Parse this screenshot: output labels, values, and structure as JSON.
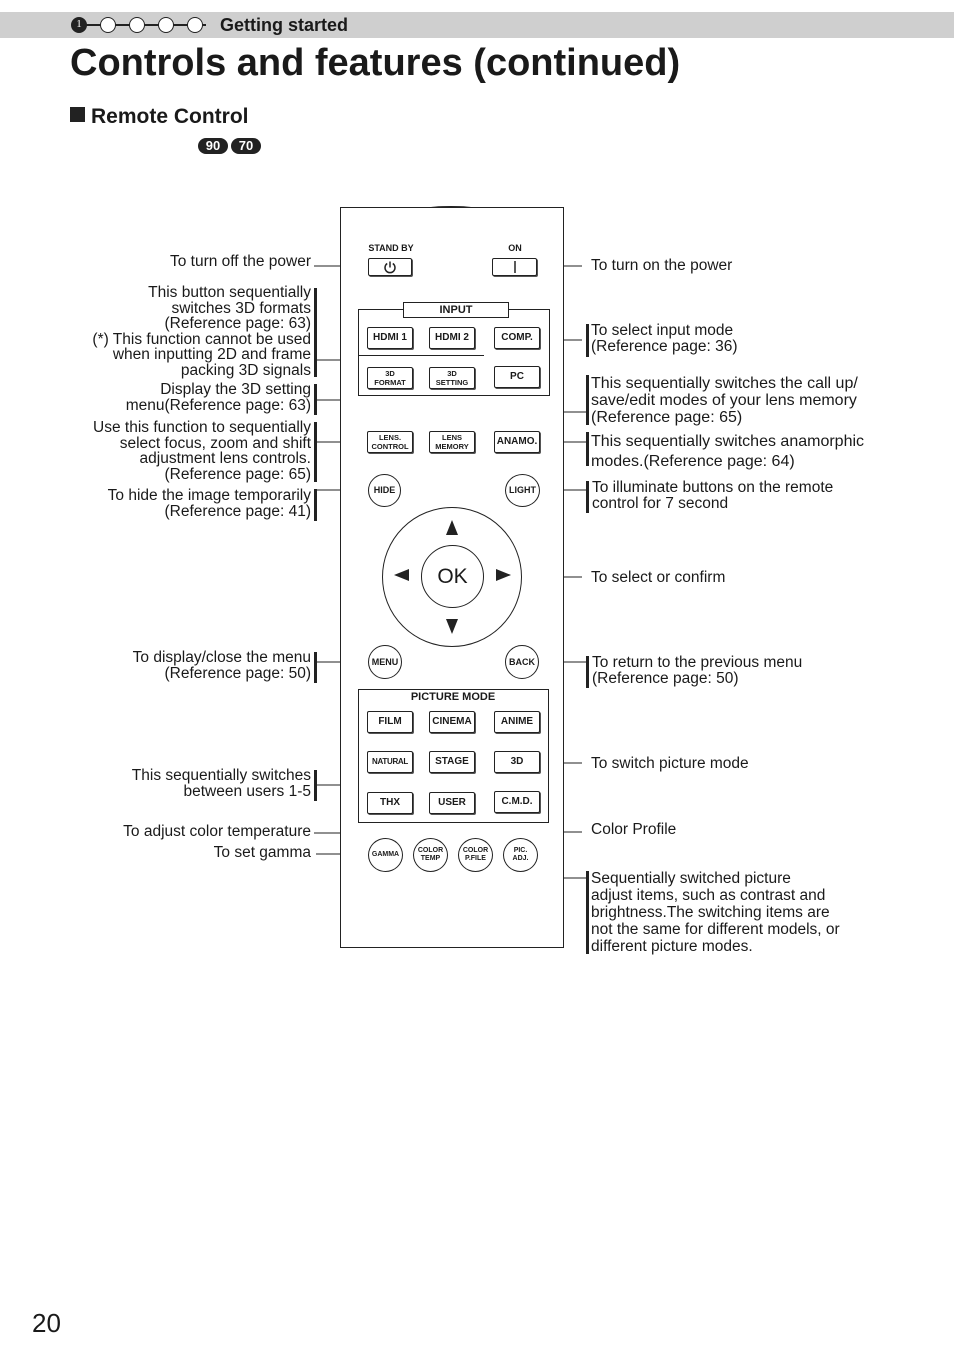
{
  "header": {
    "chapter_steps": [
      "1",
      "",
      "",
      "",
      ""
    ],
    "section_label": "Getting started"
  },
  "title": "Controls and features (continued)",
  "subsection": "Remote Control",
  "model_badges": [
    "90",
    "70"
  ],
  "remote": {
    "standby_label": "STAND BY",
    "on_label": "ON",
    "input_group_label": "INPUT",
    "hdmi1": "HDMI 1",
    "hdmi2": "HDMI 2",
    "comp": "COMP.",
    "format3d": [
      "3D",
      "FORMAT"
    ],
    "setting3d": [
      "3D",
      "SETTING"
    ],
    "pc": "PC",
    "lens_control": [
      "LENS.",
      "CONTROL"
    ],
    "lens_memory": [
      "LENS",
      "MEMORY"
    ],
    "anamo": "ANAMO.",
    "hide": "HIDE",
    "light": "LIGHT",
    "ok": "OK",
    "menu": "MENU",
    "back": "BACK",
    "picture_mode_label": "PICTURE MODE",
    "film": "FILM",
    "cinema": "CINEMA",
    "anime": "ANIME",
    "natural": "NATURAL",
    "stage": "STAGE",
    "mode3d": "3D",
    "thx": "THX",
    "user": "USER",
    "cmd": "C.M.D.",
    "gamma": "GAMMA",
    "color_temp": [
      "COLOR",
      "TEMP"
    ],
    "color_pfile": [
      "COLOR",
      "P.FILE"
    ],
    "pic_adj": [
      "PIC.",
      "ADJ."
    ]
  },
  "annotations_left": {
    "standby": [
      "To turn off the power"
    ],
    "format3d": [
      "This button sequentially",
      "switches 3D formats",
      "(Reference page: 63)",
      "(*) This function cannot be used",
      "when inputting 2D and frame",
      "packing 3D signals"
    ],
    "setting3d": [
      "Display the 3D setting",
      "menu(Reference page: 63)"
    ],
    "lens_control": [
      "Use this function to sequentially",
      "select focus, zoom and shift",
      "adjustment lens controls.",
      "(Reference page: 65)"
    ],
    "hide": [
      "To hide the image temporarily",
      "(Reference page: 41)"
    ],
    "menu": [
      "To display/close the menu",
      "(Reference page: 50)"
    ],
    "user": [
      "This sequentially switches",
      "between users 1-5"
    ],
    "color_temp": [
      "To adjust color temperature"
    ],
    "gamma": [
      "To set gamma"
    ]
  },
  "annotations_right": {
    "on": [
      "To turn on the power"
    ],
    "input": [
      "To select input mode",
      "(Reference page: 36)"
    ],
    "lens_memory": [
      "This sequentially switches the call up/",
      "save/edit modes of your lens memory",
      "(Reference page: 65)"
    ],
    "anamo": [
      "This sequentially switches anamorphic",
      "modes.(Reference page: 64)"
    ],
    "light": [
      "To illuminate buttons on the remote",
      "control for 7 second"
    ],
    "ok": [
      "To select or confirm"
    ],
    "back": [
      "To return to the previous menu",
      "(Reference page: 50)"
    ],
    "picture_mode": [
      "To switch picture mode"
    ],
    "color_profile": [
      "Color Profile"
    ],
    "pic_adj": [
      "Sequentially switched picture",
      "adjust items, such as contrast and",
      "brightness.The switching items are",
      "not the same for different models, or",
      "different picture modes."
    ]
  },
  "page_number": "20"
}
